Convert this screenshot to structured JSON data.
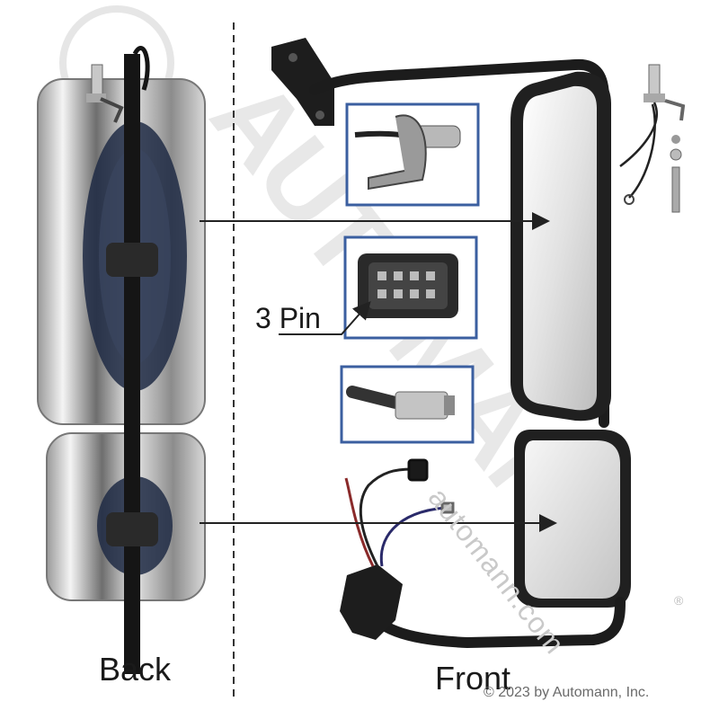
{
  "labels": {
    "back": "Back",
    "front": "Front",
    "pin": "3 Pin"
  },
  "copyright": "© 2023 by Automann, Inc.",
  "watermark": {
    "brand": "AUTOMANN",
    "sub": "automann.com",
    "reg": "®"
  },
  "colors": {
    "inset_border": "#3b5fa0",
    "arrow": "#222222",
    "arm": "#1c1c1c",
    "watermark": "#d0d0d0"
  }
}
